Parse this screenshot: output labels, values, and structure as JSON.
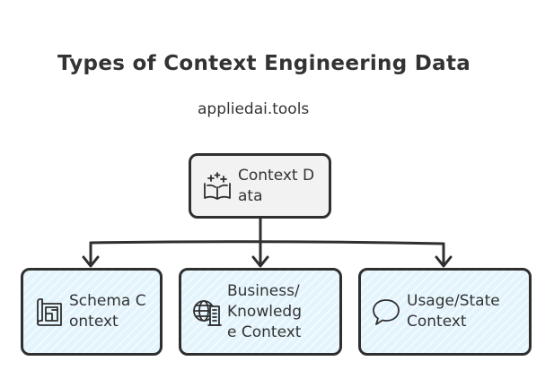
{
  "diagram": {
    "title": "Types of Context Engineering Data",
    "subtitle": "appliedai.tools",
    "root": {
      "label": "Context Data",
      "icon": "book-sparkle-icon"
    },
    "children": [
      {
        "label": "Schema Context",
        "icon": "blueprint-icon"
      },
      {
        "label": "Business/Knowledge Context",
        "icon": "globe-building-icon"
      },
      {
        "label": "Usage/State Context",
        "icon": "speech-bubble-icon"
      }
    ],
    "colors": {
      "stroke": "#2f2f2f",
      "root_fill": "#f2f2f2",
      "leaf_fill": "#e3f4fc"
    }
  }
}
